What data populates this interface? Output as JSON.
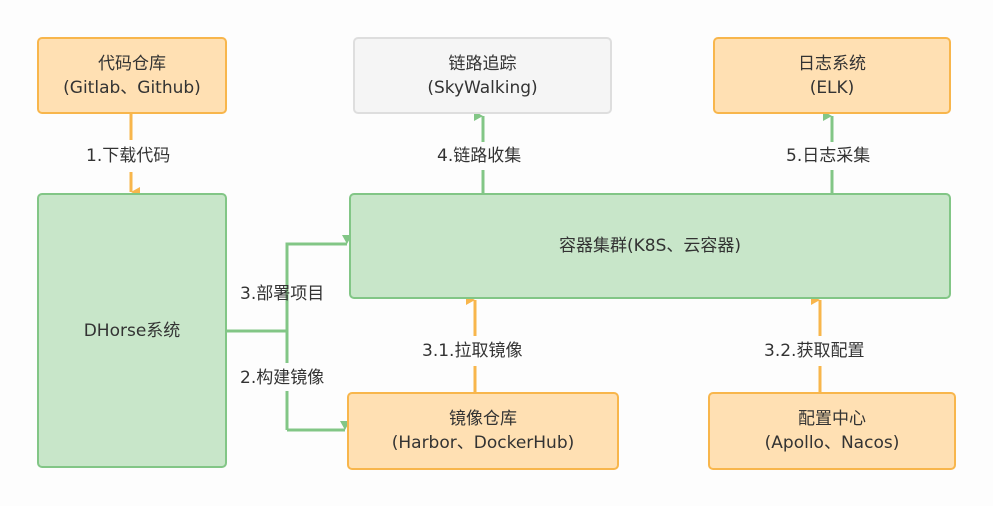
{
  "nodes": {
    "code_repo": {
      "line1": "代码仓库",
      "line2": "(Gitlab、Github)"
    },
    "tracing": {
      "line1": "链路追踪",
      "line2": "(SkyWalking)"
    },
    "log_system": {
      "line1": "日志系统",
      "line2": "(ELK)"
    },
    "dhorse": {
      "line1": "DHorse系统"
    },
    "cluster": {
      "line1": "容器集群(K8S、云容器)"
    },
    "image_repo": {
      "line1": "镜像仓库",
      "line2": "(Harbor、DockerHub)"
    },
    "config_center": {
      "line1": "配置中心",
      "line2": "(Apollo、Nacos)"
    }
  },
  "edges": {
    "download": "1.下载代码",
    "build": "2.构建镜像",
    "deploy": "3.部署项目",
    "pull_image": "3.1.拉取镜像",
    "get_config": "3.2.获取配置",
    "collect_trace": "4.链路收集",
    "collect_log": "5.日志采集"
  },
  "colors": {
    "orange_fill": "#ffe0b3",
    "orange_border": "#f8b64c",
    "green_fill": "#c8e6c9",
    "green_border": "#82c686",
    "gray_fill": "#f5f5f5",
    "gray_border": "#dedede"
  }
}
